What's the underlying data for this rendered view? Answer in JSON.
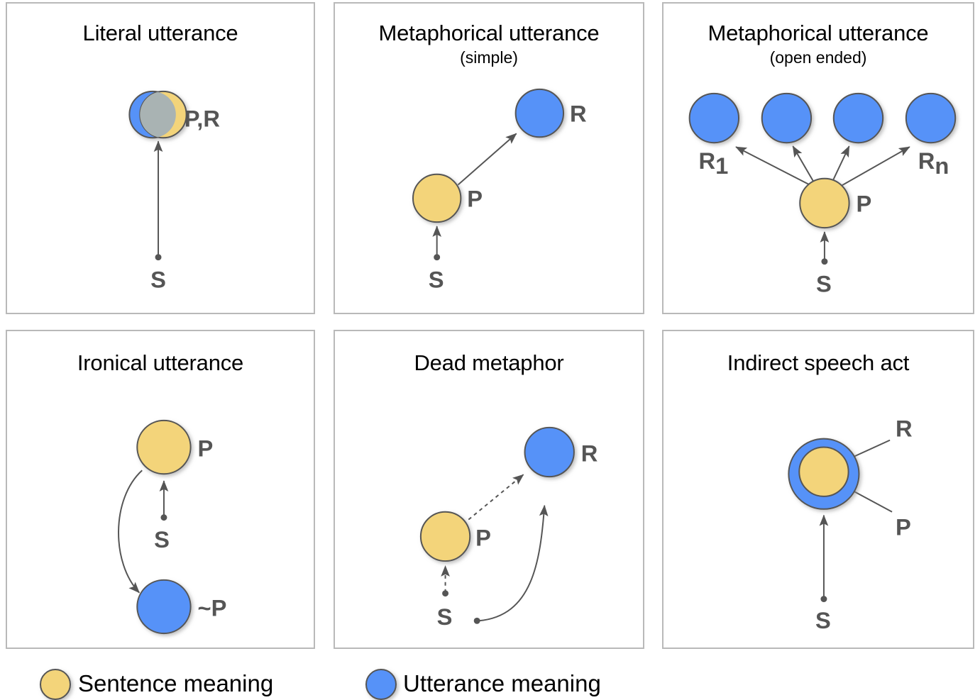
{
  "figure": {
    "title_row1": [
      "Literal utterance",
      "Metaphorical utterance",
      "Metaphorical utterance"
    ],
    "colors": {
      "sentence_meaning": "#f3d47a",
      "utterance_meaning": "#5692f8",
      "overlap_gray": "#a9b3b3",
      "stroke": "#555555",
      "panel_border": "#b9b9b9",
      "label_gray": "#555555"
    }
  },
  "panels": [
    {
      "id": "literal-utterance",
      "title": "Literal utterance",
      "subtitle": "",
      "node_labels": [
        "P,R",
        "S"
      ]
    },
    {
      "id": "metaphorical-utterance-simple",
      "title": "Metaphorical utterance",
      "subtitle": "(simple)",
      "node_labels": [
        "R",
        "P",
        "S"
      ]
    },
    {
      "id": "metaphorical-utterance-open-ended",
      "title": "Metaphorical utterance",
      "subtitle": "(open ended)",
      "node_labels": [
        "R",
        "1",
        "R",
        "n",
        "P",
        "S"
      ]
    },
    {
      "id": "ironical-utterance",
      "title": "Ironical utterance",
      "subtitle": "",
      "node_labels": [
        "P",
        "S",
        "~P"
      ]
    },
    {
      "id": "dead-metaphor",
      "title": "Dead metaphor",
      "subtitle": "",
      "node_labels": [
        "R",
        "P",
        "S"
      ]
    },
    {
      "id": "indirect-speech-act",
      "title": "Indirect speech act",
      "subtitle": "",
      "node_labels": [
        "R",
        "P",
        "S"
      ]
    }
  ],
  "labels": {
    "PR": "P,R",
    "P": "P",
    "R": "R",
    "S": "S",
    "notP": "~P",
    "R1_base": "R",
    "R1_sub": "1",
    "Rn_base": "R",
    "Rn_sub": "n"
  },
  "legend": {
    "items": [
      {
        "label": "Sentence meaning",
        "color": "#f3d47a"
      },
      {
        "label": "Utterance meaning",
        "color": "#5692f8"
      }
    ]
  }
}
